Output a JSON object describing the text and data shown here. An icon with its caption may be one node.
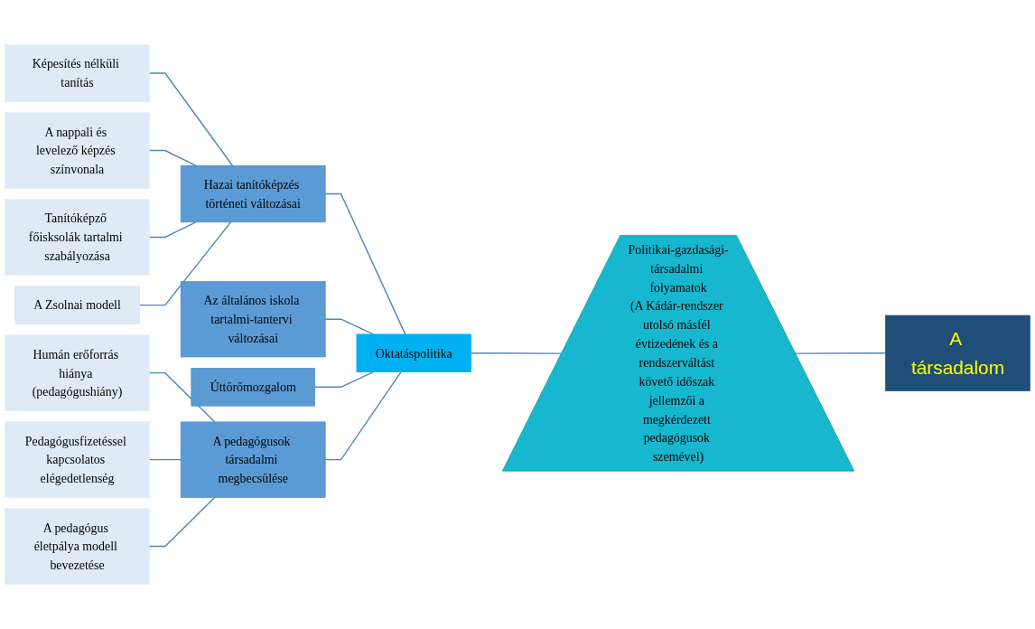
{
  "diagram": {
    "nodes": [
      {
        "text": [
          "Képesítés nélküli tanítás"
        ]
      },
      {
        "text": [
          "A nappali és levelező képzés színvonala"
        ]
      },
      {
        "text": [
          "Tanítóképző főisksolák tartalmi szabályozása"
        ]
      },
      {
        "text": [
          "A Zsolnai modell"
        ]
      },
      {
        "text": [
          "Hazai tanítóképzés történeti változásai"
        ]
      },
      {
        "text": [
          "Az általános iskola tartalmi-tantervi változásai"
        ]
      },
      {
        "text": [
          "Humán erőforrás hiánya (pedagógushiány)"
        ]
      },
      {
        "text": [
          "Úttörőmozgalom"
        ]
      },
      {
        "text": [
          "Pedagógusfizetéssel kapcsolatos elégedetlenség"
        ]
      },
      {
        "text": [
          "A pedagógusok társadalmi megbecsülése"
        ]
      },
      {
        "text": [
          "A pedagógus életpálya modell bevezetése"
        ]
      },
      {
        "text": [
          "Oktatáspolitika"
        ]
      },
      {
        "text": [
          "Politikai-gazdasági-társadalmi folyamatok",
          "(A Kádár-rendszer utolsó másfél évtizedének és a rendszerváltást követő időszak jellemzői a megkérdezett pedagógusok szemével)"
        ]
      },
      {
        "text": [
          "A társadalom"
        ]
      }
    ],
    "edges": [
      {
        "from": 0,
        "to": 4,
        "arrow": "none"
      },
      {
        "from": 1,
        "to": 4,
        "arrow": "none"
      },
      {
        "from": 2,
        "to": 4,
        "arrow": "none"
      },
      {
        "from": 3,
        "to": 4,
        "arrow": "none"
      },
      {
        "from": 6,
        "to": 9,
        "arrow": "none"
      },
      {
        "from": 8,
        "to": 9,
        "arrow": "none"
      },
      {
        "from": 10,
        "to": 9,
        "arrow": "none"
      },
      {
        "from": 4,
        "to": 11,
        "arrow": "none"
      },
      {
        "from": 5,
        "to": 11,
        "arrow": "none"
      },
      {
        "from": 7,
        "to": 11,
        "arrow": "none"
      },
      {
        "from": 9,
        "to": 11,
        "arrow": "none"
      },
      {
        "from": 11,
        "to": 12,
        "arrow": "none"
      },
      {
        "from": 12,
        "to": 13,
        "arrow": "none"
      }
    ]
  }
}
